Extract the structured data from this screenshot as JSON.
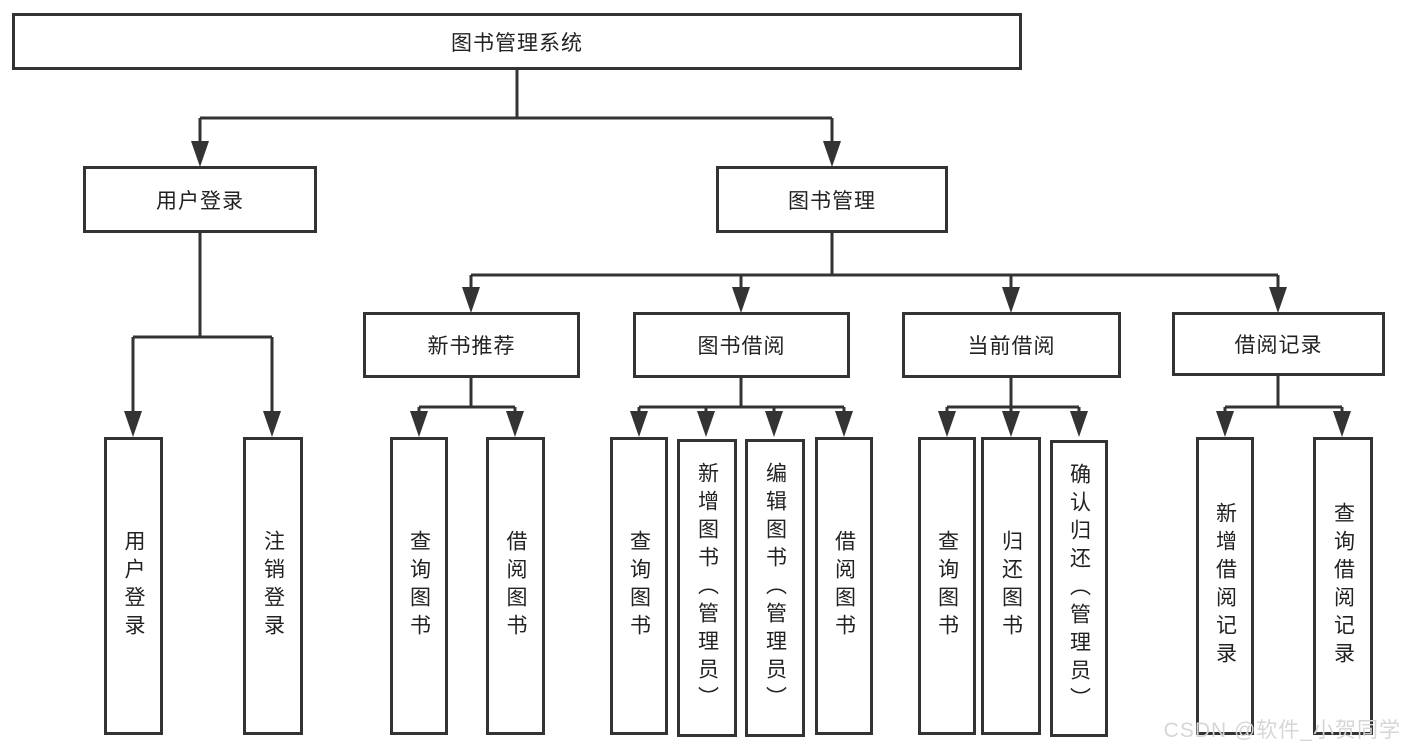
{
  "diagram": {
    "type": "hierarchy-tree",
    "root": {
      "label": "图书管理系统"
    },
    "branches": [
      {
        "label": "用户登录",
        "children": [
          {
            "label": "用户登录"
          },
          {
            "label": "注销登录"
          }
        ]
      },
      {
        "label": "图书管理",
        "children": [
          {
            "label": "新书推荐",
            "children": [
              {
                "label": "查询图书"
              },
              {
                "label": "借阅图书"
              }
            ]
          },
          {
            "label": "图书借阅",
            "children": [
              {
                "label": "查询图书"
              },
              {
                "label": "新增图书（管理员）"
              },
              {
                "label": "编辑图书（管理员）"
              },
              {
                "label": "借阅图书"
              }
            ]
          },
          {
            "label": "当前借阅",
            "children": [
              {
                "label": "查询图书"
              },
              {
                "label": "归还图书"
              },
              {
                "label": "确认归还（管理员）"
              }
            ]
          },
          {
            "label": "借阅记录",
            "children": [
              {
                "label": "新增借阅记录"
              },
              {
                "label": "查询借阅记录"
              }
            ]
          }
        ]
      }
    ],
    "watermark": "CSDN @软件_小贺同学",
    "colors": {
      "line": "#333333",
      "text": "#222222",
      "box_fill": "#ffffff",
      "watermark": "#d6d6d6"
    }
  }
}
